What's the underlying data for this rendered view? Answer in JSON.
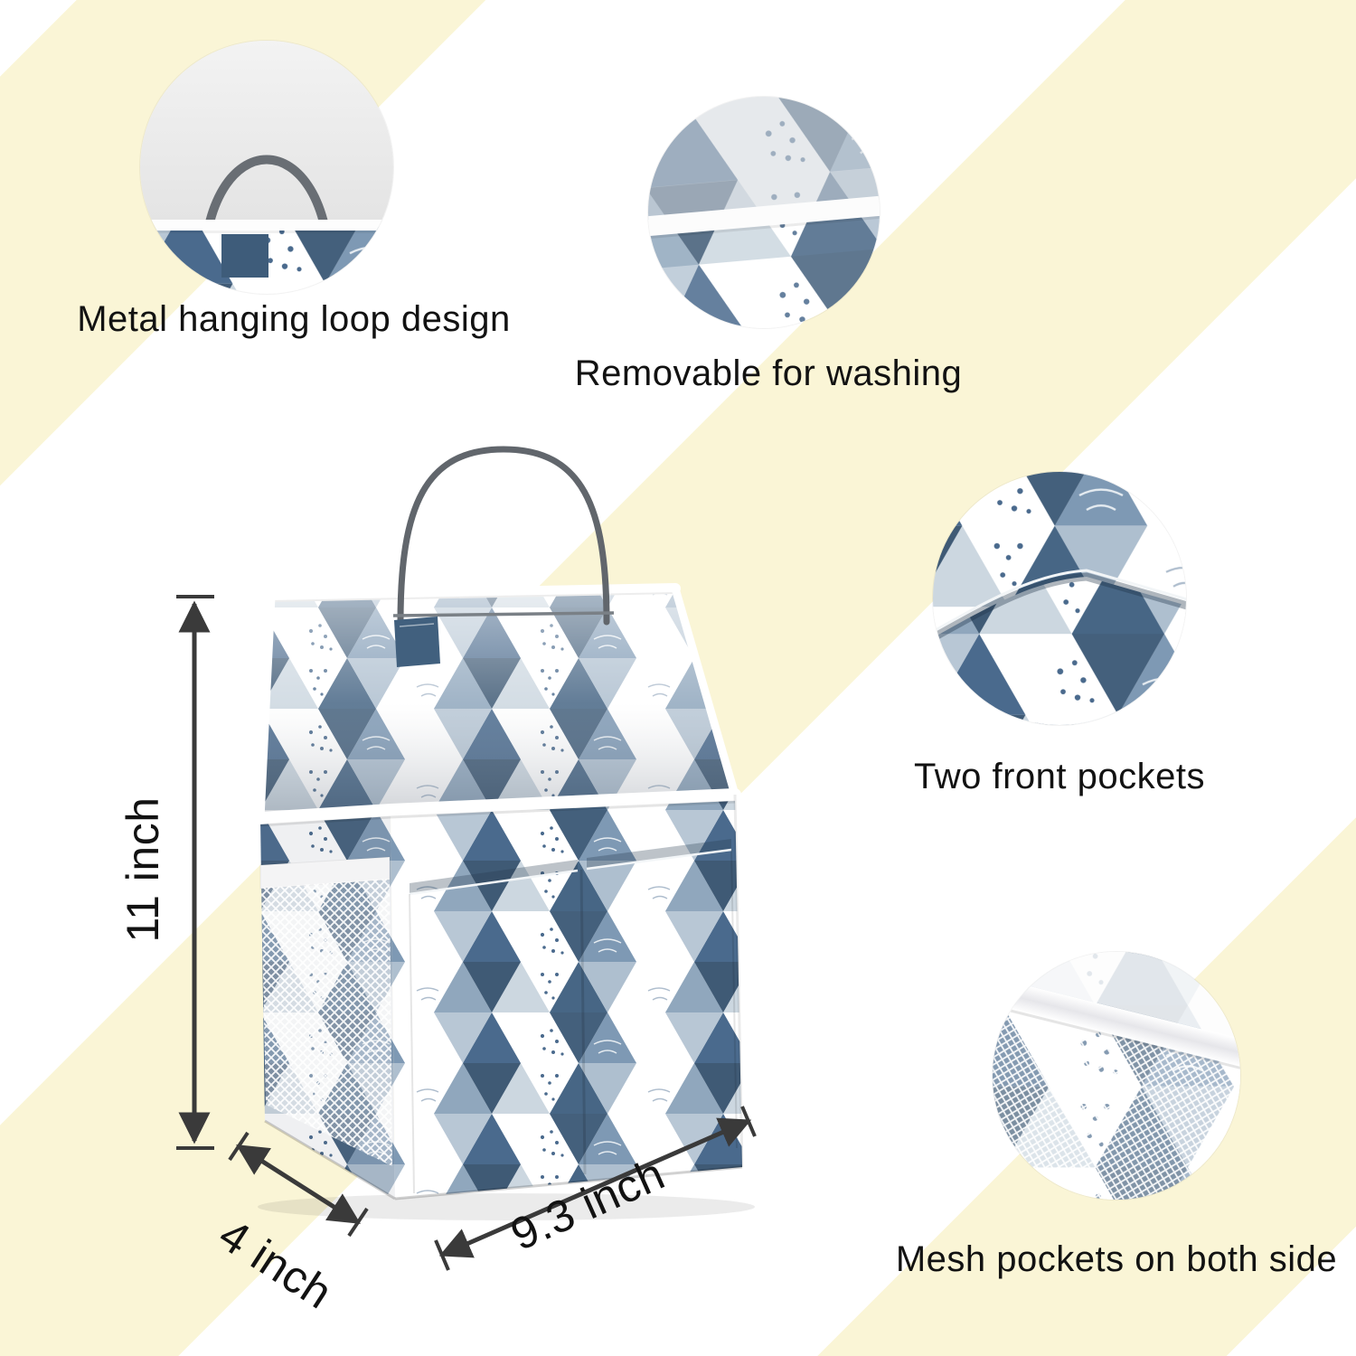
{
  "callouts": [
    {
      "name": "metal-loop",
      "label": "Metal hanging loop design"
    },
    {
      "name": "removable",
      "label": "Removable for washing"
    },
    {
      "name": "front-pockets",
      "label": "Two front pockets"
    },
    {
      "name": "mesh-pockets",
      "label": "Mesh pockets on both side"
    }
  ],
  "dimensions": {
    "height": "11 inch",
    "depth": "4 inch",
    "width": "9.3 inch"
  },
  "colors": {
    "stripe_yellow": "#faf5d6",
    "fabric_blue": "#4b6b8e",
    "fabric_blue_dark": "#3f5c79",
    "fabric_blue_light": "#8fa6bc",
    "trim_white": "#ffffff",
    "wire_gray": "#666b71",
    "arrow_gray": "#3a3a3a",
    "text_black": "#121212"
  }
}
